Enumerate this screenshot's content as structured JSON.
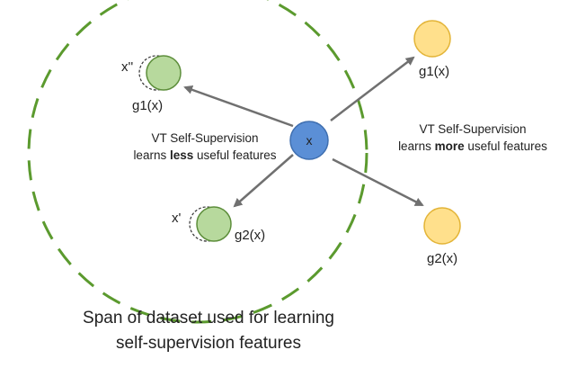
{
  "node_center": {
    "label": "x"
  },
  "node_inner_top": {
    "label": "g1(x)",
    "prime_label": "x''"
  },
  "node_inner_bottom": {
    "label": "g2(x)",
    "prime_label": "x'"
  },
  "node_outer_top": {
    "label": "g1(x)"
  },
  "node_outer_bottom": {
    "label": "g2(x)"
  },
  "note_less": {
    "line1": "VT Self-Supervision",
    "line2_pre": "learns ",
    "line2_bold": "less",
    "line2_post": " useful features"
  },
  "note_more": {
    "line1": "VT Self-Supervision",
    "line2_pre": "learns ",
    "line2_bold": "more",
    "line2_post": " useful features"
  },
  "caption": {
    "line1": "Span of dataset used for learning",
    "line2": "self-supervision features"
  },
  "colors": {
    "span_boundary": "#5b9a2e",
    "center_fill": "#5b8fd6",
    "center_stroke": "#3f6fb0",
    "green_fill": "#b7d99d",
    "green_stroke": "#5d8e3b",
    "yellow_fill": "#ffe08c",
    "yellow_stroke": "#e3b437",
    "arrow": "#707070"
  }
}
